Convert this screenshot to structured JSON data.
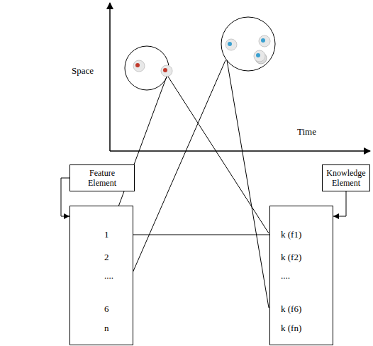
{
  "diagram": {
    "nodes": [
      {
        "text": [
          "Feature Element"
        ]
      },
      {
        "text": [
          "Knowledge Element"
        ]
      },
      {
        "text": [
          "1",
          "2",
          "....",
          "6",
          "n"
        ]
      },
      {
        "text": [
          "k (f1)",
          "k (f2)",
          "....",
          "k (f6)",
          "k (fn)"
        ]
      }
    ],
    "edges": [
      {
        "from": 0,
        "to": 2,
        "arrow": "to"
      },
      {
        "from": 1,
        "to": 3,
        "arrow": "to"
      },
      {
        "from": 2,
        "to": 3,
        "arrow": "none"
      }
    ],
    "labels": [
      "Space",
      "Time"
    ]
  }
}
